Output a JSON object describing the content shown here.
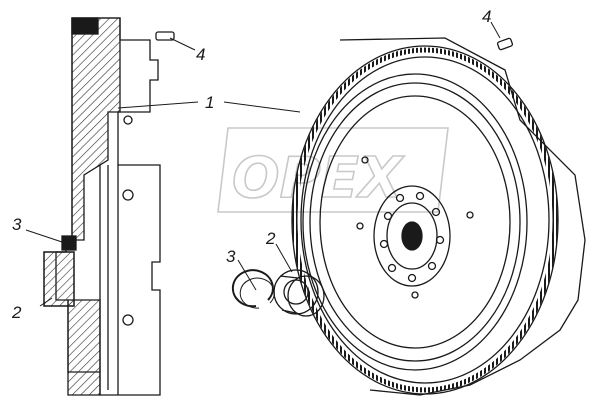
{
  "diagram": {
    "watermark": "OPEX",
    "colors": {
      "line": "#1a1a1a",
      "hatch": "#333333",
      "watermark": "#c9c9c9",
      "background": "#ffffff"
    },
    "callouts": [
      {
        "id": "c1",
        "label": "1"
      },
      {
        "id": "c2a",
        "label": "2"
      },
      {
        "id": "c2b",
        "label": "2"
      },
      {
        "id": "c3a",
        "label": "3"
      },
      {
        "id": "c3b",
        "label": "3"
      },
      {
        "id": "c4a",
        "label": "4"
      },
      {
        "id": "c4b",
        "label": "4"
      }
    ]
  }
}
